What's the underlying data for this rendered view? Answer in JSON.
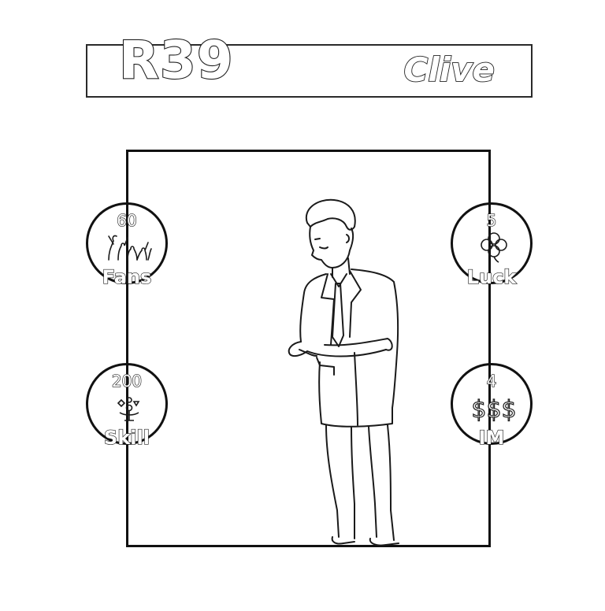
{
  "card": {
    "code": "R39",
    "name": "Clive"
  },
  "stats": {
    "fans": {
      "value": "60",
      "label": "Fans",
      "icon": "crowd-icon"
    },
    "luck": {
      "value": "5",
      "label": "Luck",
      "icon": "clover-icon"
    },
    "skill": {
      "value": "200",
      "label": "Skill",
      "icon": "juggler-icon"
    },
    "im": {
      "value": "4",
      "label": "IM",
      "icon": "dollar-icon"
    }
  }
}
